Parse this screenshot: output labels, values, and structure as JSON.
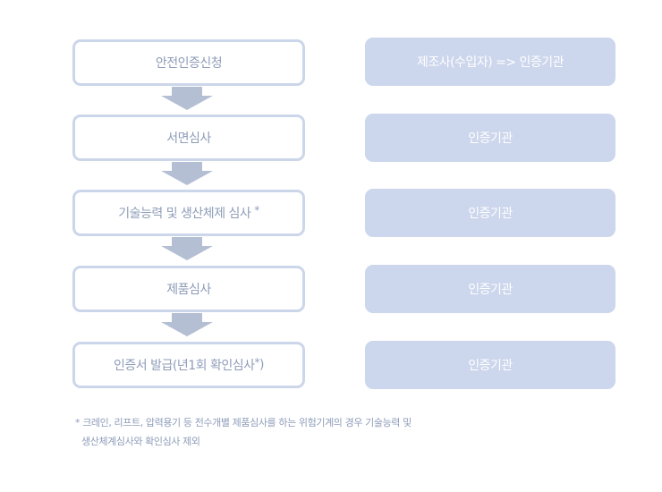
{
  "steps": [
    {
      "label": "안전인증신청",
      "mark": ""
    },
    {
      "label": "서면심사",
      "mark": ""
    },
    {
      "label": "기술능력 및 생산체제 심사",
      "mark": "*"
    },
    {
      "label": "제품심사",
      "mark": ""
    },
    {
      "label": "인증서 발급(년1회 확인심사",
      "mark": "*",
      "suffix": " )"
    }
  ],
  "organizations": [
    {
      "label": "제조사(수입자) => 인증기관"
    },
    {
      "label": "인증기관"
    },
    {
      "label": "인증기관"
    },
    {
      "label": "인증기관"
    },
    {
      "label": "인증기관"
    }
  ],
  "footnote": {
    "line1": "* 크레인, 리프트, 압력용기 등 전수개별 제품심사를 하는 위험기계의 경우 기술능력 및",
    "line2": "생산체계심사와 확인심사 제외"
  },
  "colors": {
    "step_border": "#ccd6ea",
    "org_fill": "#ccd6ec",
    "arrow": "#b5bfd3",
    "text": "#8e9cb8"
  }
}
